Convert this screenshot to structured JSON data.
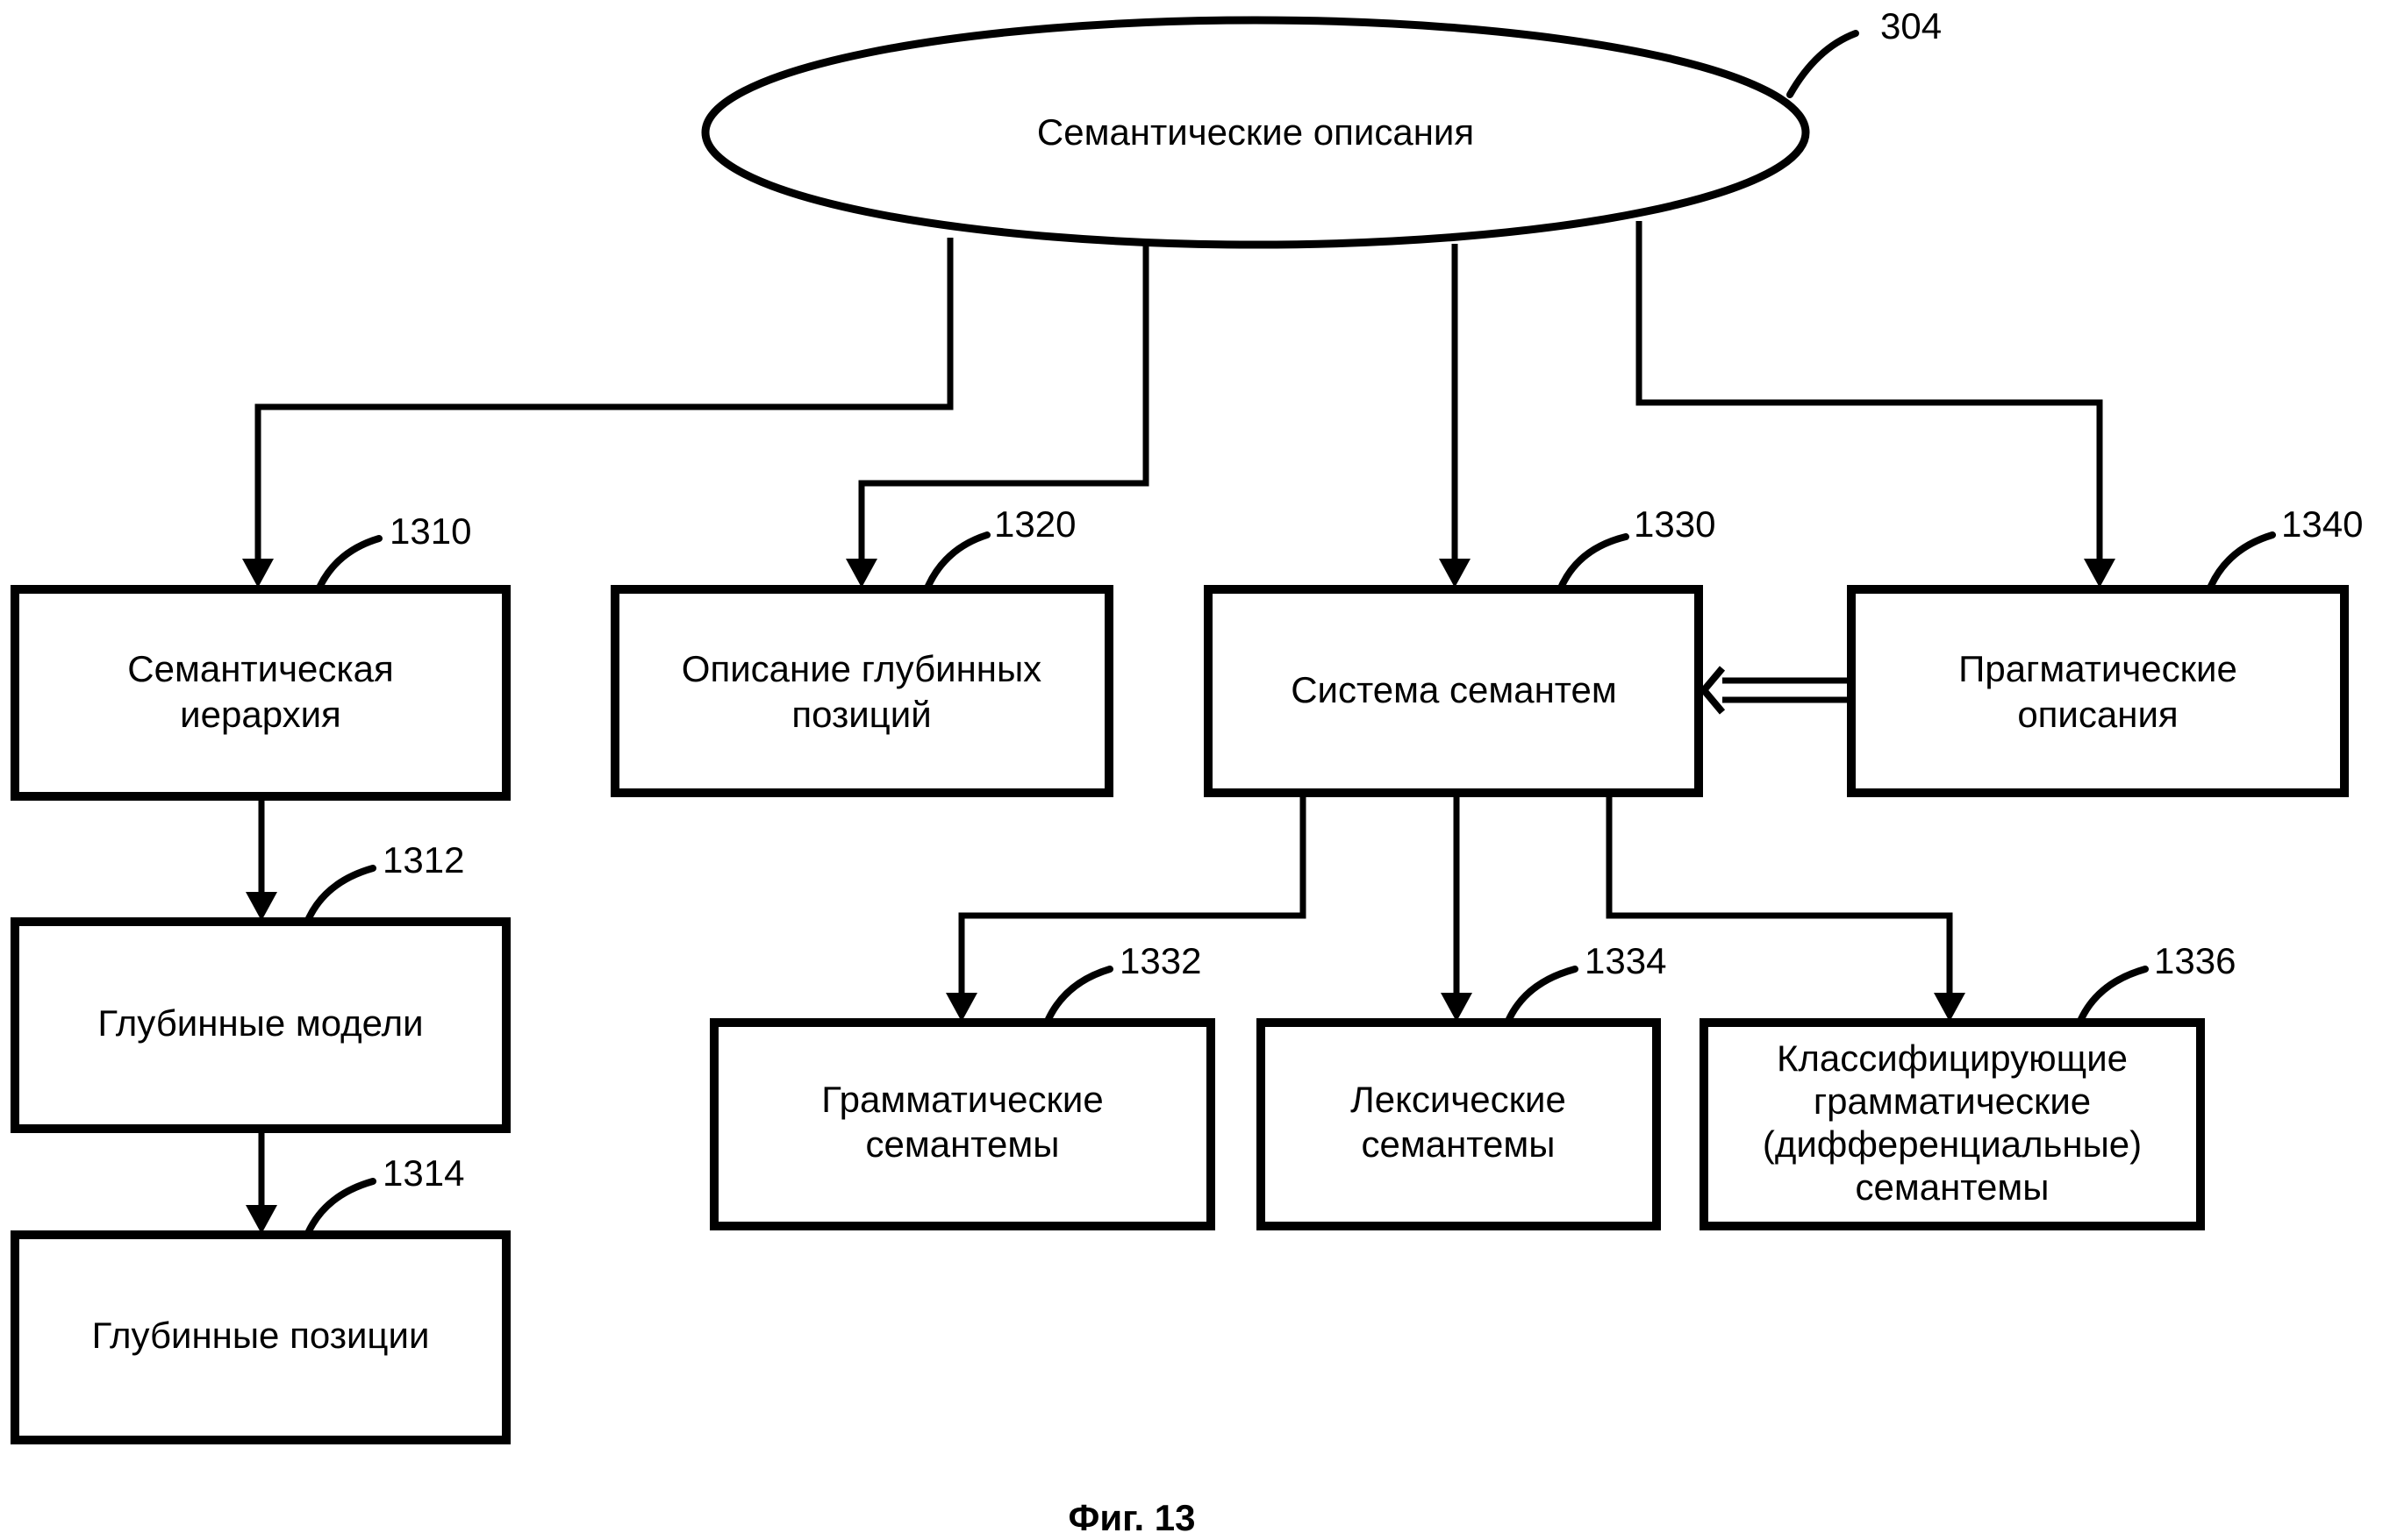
{
  "diagram": {
    "root": {
      "id": "304",
      "label": "Семантические описания"
    },
    "nodes": {
      "n1310": {
        "id": "1310",
        "lines": [
          "Семантическая",
          "иерархия"
        ]
      },
      "n1312": {
        "id": "1312",
        "lines": [
          "Глубинные модели"
        ]
      },
      "n1314": {
        "id": "1314",
        "lines": [
          "Глубинные позиции"
        ]
      },
      "n1320": {
        "id": "1320",
        "lines": [
          "Описание глубинных",
          "позиций"
        ]
      },
      "n1330": {
        "id": "1330",
        "lines": [
          "Система семантем"
        ]
      },
      "n1340": {
        "id": "1340",
        "lines": [
          "Прагматические",
          "описания"
        ]
      },
      "n1332": {
        "id": "1332",
        "lines": [
          "Грамматические",
          "семантемы"
        ]
      },
      "n1334": {
        "id": "1334",
        "lines": [
          "Лексические",
          "семантемы"
        ]
      },
      "n1336": {
        "id": "1336",
        "lines": [
          "Классифицирующие",
          "грамматические",
          "(дифференциальные)",
          "семантемы"
        ]
      }
    },
    "edges": [
      {
        "from": "304",
        "to": "1310",
        "style": "arrow"
      },
      {
        "from": "304",
        "to": "1320",
        "style": "arrow"
      },
      {
        "from": "304",
        "to": "1330",
        "style": "arrow"
      },
      {
        "from": "304",
        "to": "1340",
        "style": "arrow"
      },
      {
        "from": "1310",
        "to": "1312",
        "style": "arrow"
      },
      {
        "from": "1312",
        "to": "1314",
        "style": "arrow"
      },
      {
        "from": "1330",
        "to": "1332",
        "style": "arrow"
      },
      {
        "from": "1330",
        "to": "1334",
        "style": "arrow"
      },
      {
        "from": "1330",
        "to": "1336",
        "style": "arrow"
      },
      {
        "from": "1340",
        "to": "1330",
        "style": "hollow-double-arrow"
      }
    ],
    "caption": "Фиг. 13"
  }
}
